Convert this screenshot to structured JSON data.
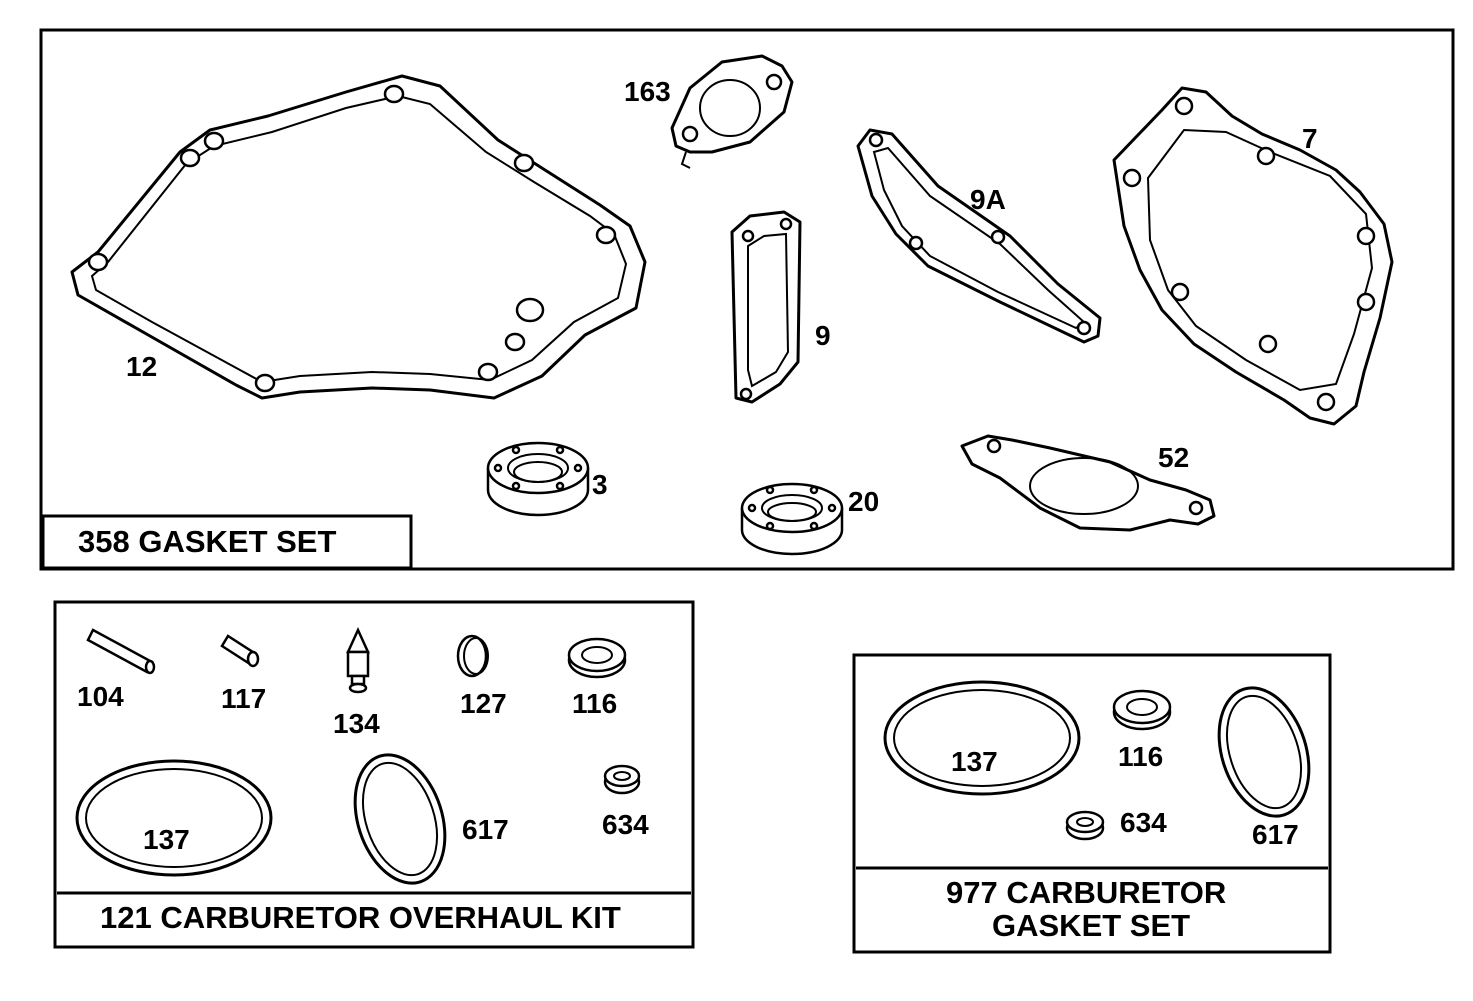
{
  "panels": {
    "gasket_set": {
      "title": "358 GASKET SET",
      "labels": {
        "p12": "12",
        "p163": "163",
        "p9a": "9A",
        "p7": "7",
        "p9": "9",
        "p3": "3",
        "p20": "20",
        "p52": "52"
      }
    },
    "overhaul_kit": {
      "title": "121 CARBURETOR OVERHAUL KIT",
      "labels": {
        "p104": "104",
        "p117": "117",
        "p134": "134",
        "p127": "127",
        "p116": "116",
        "p137": "137",
        "p617": "617",
        "p634": "634"
      }
    },
    "carb_gasket_set": {
      "title_line1": "977 CARBURETOR",
      "title_line2": "GASKET SET",
      "labels": {
        "p137": "137",
        "p116": "116",
        "p634": "634",
        "p617": "617"
      }
    }
  }
}
